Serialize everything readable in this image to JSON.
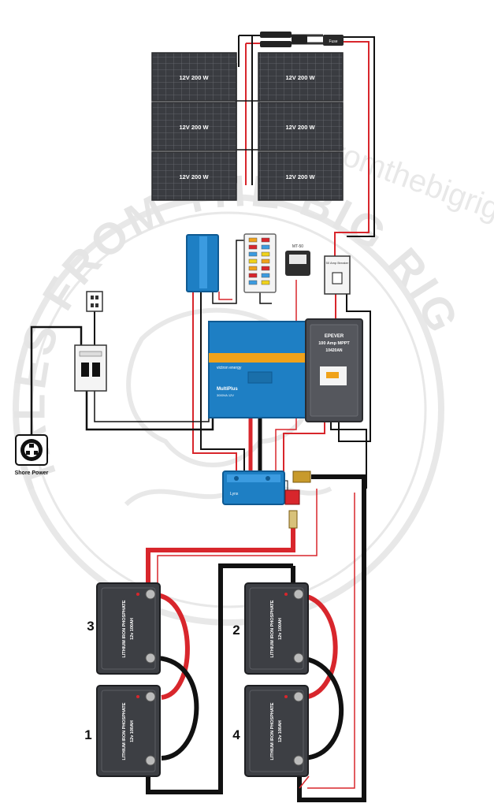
{
  "watermark": {
    "text": "TALES FROM THE BIG RIG",
    "site": "talesfromthebigrig.com"
  },
  "colors": {
    "positive": "#d8262c",
    "negative": "#111111",
    "victron_blue": "#1e7fc4",
    "panel": "#3d3f44"
  },
  "solar_panels": [
    {
      "label": "12V  200 W"
    },
    {
      "label": "12V  200 W"
    },
    {
      "label": "12V  200 W"
    },
    {
      "label": "12V  200 W"
    },
    {
      "label": "12V  200 W"
    },
    {
      "label": "12V  200 W"
    }
  ],
  "combiner_fuse": {
    "label": "Fuse"
  },
  "solar_breaker": {
    "label": "50 Amp Breaker"
  },
  "charge_controller": {
    "line1": "EPEVER",
    "line2": "100 Amp MPPT",
    "line3": "10420AN"
  },
  "remote_meter": {
    "label": "MT-50"
  },
  "inverter": {
    "brand": "victron energy",
    "name": "MultiPlus",
    "model": "3000VA 12V"
  },
  "busbar": {
    "label": "Lynx"
  },
  "shore_power": {
    "label": "Shore Power"
  },
  "batteries": [
    {
      "number": "3",
      "type": "LITHIUM IRON PHOSPHATE",
      "rating": "12v 100AH"
    },
    {
      "number": "2",
      "type": "LITHIUM IRON PHOSPHATE",
      "rating": "12v 100AH"
    },
    {
      "number": "1",
      "type": "LITHIUM IRON PHOSPHATE",
      "rating": "12v 100AH"
    },
    {
      "number": "4",
      "type": "LITHIUM IRON PHOSPHATE",
      "rating": "12v 100AH"
    }
  ]
}
